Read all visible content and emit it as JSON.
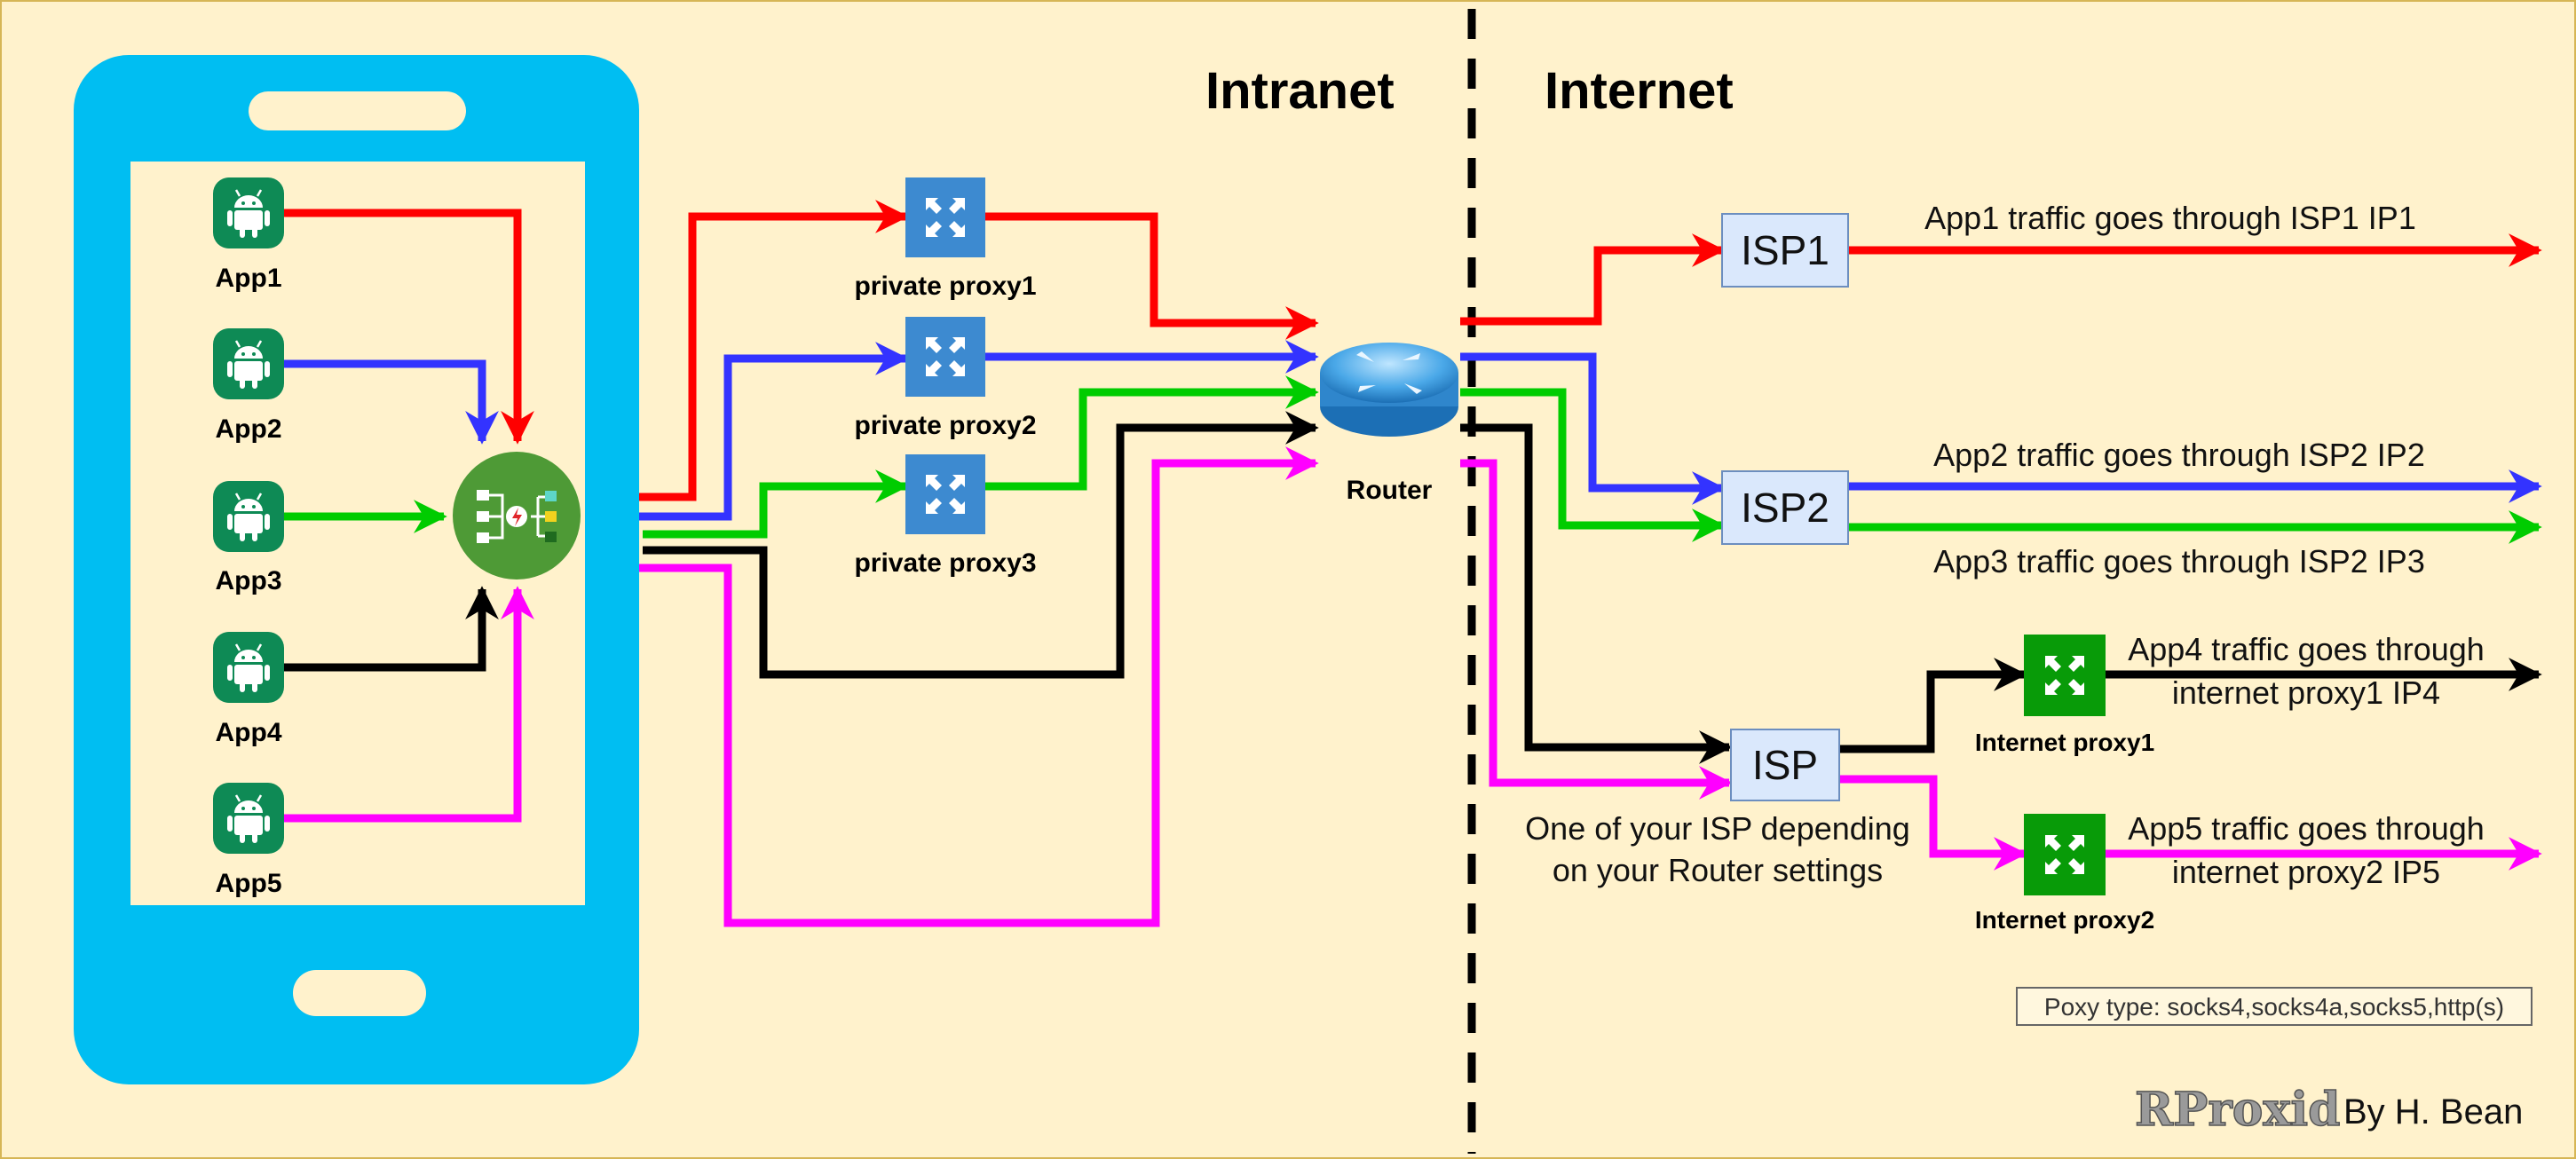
{
  "headings": {
    "intranet": "Intranet",
    "internet": "Internet"
  },
  "apps": [
    {
      "label": "App1",
      "color": "#ff0000"
    },
    {
      "label": "App2",
      "color": "#3333ff"
    },
    {
      "label": "App3",
      "color": "#00cc00"
    },
    {
      "label": "App4",
      "color": "#000000"
    },
    {
      "label": "App5",
      "color": "#ff00ff"
    }
  ],
  "private_proxies": [
    "private proxy1",
    "private proxy2",
    "private proxy3"
  ],
  "router": {
    "label": "Router"
  },
  "isps": {
    "isp1": "ISP1",
    "isp2": "ISP2",
    "isp": "ISP"
  },
  "isp_note_lines": [
    "One of your ISP depending",
    "on your Router settings"
  ],
  "internet_proxies": [
    "Internet proxy1",
    "Internet proxy2"
  ],
  "traffic_descriptions": {
    "app1": "App1 traffic goes through ISP1 IP1",
    "app2": "App2 traffic goes through ISP2 IP2",
    "app3": "App3 traffic goes through ISP2 IP3",
    "app4_lines": [
      "App4 traffic goes through",
      "internet proxy1 IP4"
    ],
    "app5_lines": [
      "App5 traffic goes through",
      "internet proxy2 IP5"
    ]
  },
  "proxy_type_note": "Poxy type: socks4,socks4a,socks5,http(s)",
  "logo": "RProxid",
  "credit": "By H. Bean",
  "colors": {
    "background": "#fff2cc",
    "phone": "#00bef2",
    "screen": "#fff2cc",
    "android_badge": "#0e8a55",
    "hub": "#4e9a36",
    "private_proxy": "#3d8ad0",
    "internet_proxy": "#089b08",
    "isp_box": "#dae8fc",
    "isp_border": "#6c8ebf"
  }
}
